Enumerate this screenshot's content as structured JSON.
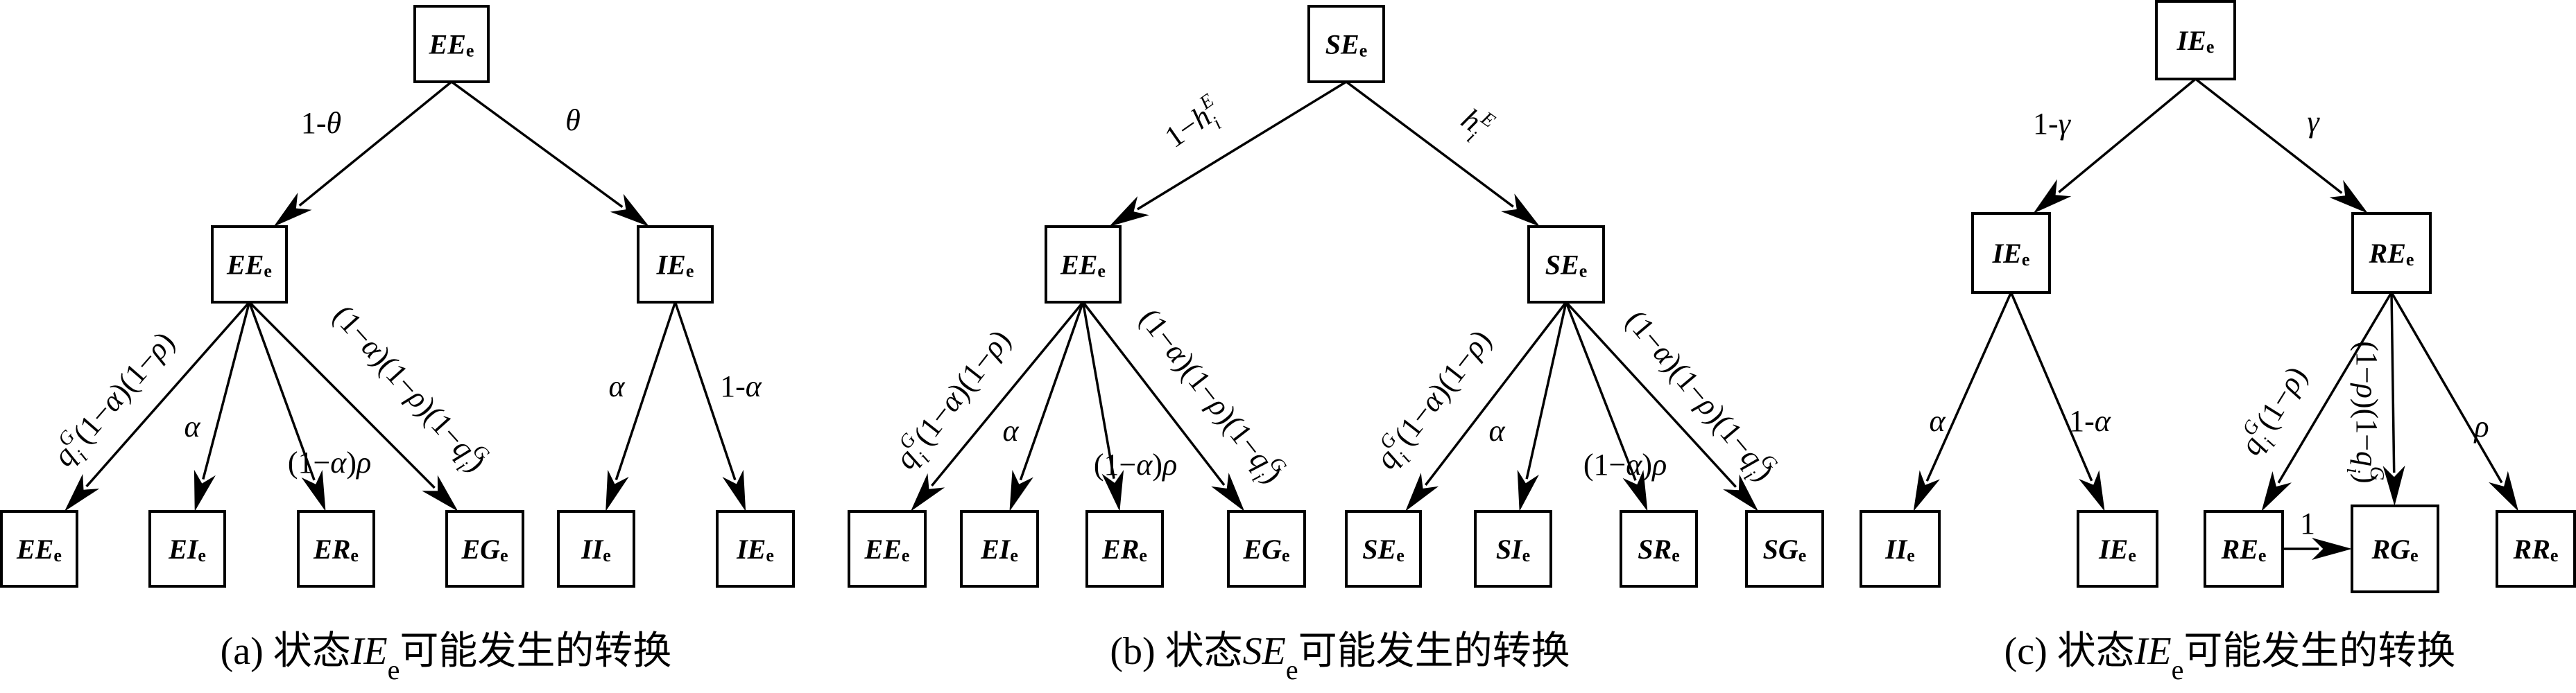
{
  "figure": {
    "panels": [
      {
        "id": "a",
        "caption": {
          "prefix": "(a) 状态",
          "state": "IE",
          "state_sub": "e",
          "suffix": "可能发生的转换"
        },
        "nodes": [
          {
            "id": "a-root",
            "main": "EE",
            "sub": "e",
            "level": 0
          },
          {
            "id": "a-m1",
            "main": "EE",
            "sub": "e",
            "level": 1
          },
          {
            "id": "a-m2",
            "main": "IE",
            "sub": "e",
            "level": 1
          },
          {
            "id": "a-b1",
            "main": "EE",
            "sub": "e",
            "level": 2
          },
          {
            "id": "a-b2",
            "main": "EI",
            "sub": "e",
            "level": 2
          },
          {
            "id": "a-b3",
            "main": "ER",
            "sub": "e",
            "level": 2
          },
          {
            "id": "a-b4",
            "main": "EG",
            "sub": "e",
            "level": 2
          },
          {
            "id": "a-b5",
            "main": "II",
            "sub": "e",
            "level": 2
          },
          {
            "id": "a-b6",
            "main": "IE",
            "sub": "e",
            "level": 2
          }
        ],
        "edges": [
          {
            "from": "a-root",
            "to": "a-m1",
            "label": "1-θ"
          },
          {
            "from": "a-root",
            "to": "a-m2",
            "label": "θ"
          },
          {
            "from": "a-m1",
            "to": "a-b1",
            "label": "q_i^G (1−α)(1−ρ)"
          },
          {
            "from": "a-m1",
            "to": "a-b2",
            "label": "α"
          },
          {
            "from": "a-m1",
            "to": "a-b3",
            "label": "(1−α)ρ"
          },
          {
            "from": "a-m1",
            "to": "a-b4",
            "label": "(1−α)(1−ρ)(1−q_i^G)"
          },
          {
            "from": "a-m2",
            "to": "a-b5",
            "label": "α"
          },
          {
            "from": "a-m2",
            "to": "a-b6",
            "label": "1-α"
          }
        ]
      },
      {
        "id": "b",
        "caption": {
          "prefix": "(b) 状态",
          "state": "SE",
          "state_sub": "e",
          "suffix": "可能发生的转换"
        },
        "nodes": [
          {
            "id": "b-root",
            "main": "SE",
            "sub": "e",
            "level": 0
          },
          {
            "id": "b-m1",
            "main": "EE",
            "sub": "e",
            "level": 1
          },
          {
            "id": "b-m2",
            "main": "SE",
            "sub": "e",
            "level": 1
          },
          {
            "id": "b-b1",
            "main": "EE",
            "sub": "e",
            "level": 2
          },
          {
            "id": "b-b2",
            "main": "EI",
            "sub": "e",
            "level": 2
          },
          {
            "id": "b-b3",
            "main": "ER",
            "sub": "e",
            "level": 2
          },
          {
            "id": "b-b4",
            "main": "EG",
            "sub": "e",
            "level": 2
          },
          {
            "id": "b-b5",
            "main": "SE",
            "sub": "e",
            "level": 2
          },
          {
            "id": "b-b6",
            "main": "SI",
            "sub": "e",
            "level": 2
          },
          {
            "id": "b-b7",
            "main": "SR",
            "sub": "e",
            "level": 2
          },
          {
            "id": "b-b8",
            "main": "SG",
            "sub": "e",
            "level": 2
          }
        ],
        "edges": [
          {
            "from": "b-root",
            "to": "b-m1",
            "label": "1−h_i^E"
          },
          {
            "from": "b-root",
            "to": "b-m2",
            "label": "h_i^E"
          },
          {
            "from": "b-m1",
            "to": "b-b1",
            "label": "q_i^G (1−α)(1−ρ)"
          },
          {
            "from": "b-m1",
            "to": "b-b2",
            "label": "α"
          },
          {
            "from": "b-m1",
            "to": "b-b3",
            "label": "(1−α)ρ"
          },
          {
            "from": "b-m1",
            "to": "b-b4",
            "label": "(1−α)(1−ρ)(1−q_i^G)"
          },
          {
            "from": "b-m2",
            "to": "b-b5",
            "label": "q_i^G (1−α)(1−ρ)"
          },
          {
            "from": "b-m2",
            "to": "b-b6",
            "label": "α"
          },
          {
            "from": "b-m2",
            "to": "b-b7",
            "label": "(1−α)ρ"
          },
          {
            "from": "b-m2",
            "to": "b-b8",
            "label": "(1−α)(1−ρ)(1−q_i^G)"
          }
        ]
      },
      {
        "id": "c",
        "caption": {
          "prefix": "(c) 状态",
          "state": "IE",
          "state_sub": "e",
          "suffix": "可能发生的转换"
        },
        "nodes": [
          {
            "id": "c-root",
            "main": "IE",
            "sub": "e",
            "level": 0
          },
          {
            "id": "c-m1",
            "main": "IE",
            "sub": "e",
            "level": 1
          },
          {
            "id": "c-m2",
            "main": "RE",
            "sub": "e",
            "level": 1
          },
          {
            "id": "c-b1",
            "main": "II",
            "sub": "e",
            "level": 2
          },
          {
            "id": "c-b2",
            "main": "IE",
            "sub": "e",
            "level": 2
          },
          {
            "id": "c-b3",
            "main": "RE",
            "sub": "e",
            "level": 2
          },
          {
            "id": "c-b4",
            "main": "RG",
            "sub": "e",
            "level": 2
          },
          {
            "id": "c-b5",
            "main": "RR",
            "sub": "e",
            "level": 2
          }
        ],
        "edges": [
          {
            "from": "c-root",
            "to": "c-m1",
            "label": "1-γ"
          },
          {
            "from": "c-root",
            "to": "c-m2",
            "label": "γ"
          },
          {
            "from": "c-m1",
            "to": "c-b1",
            "label": "α"
          },
          {
            "from": "c-m1",
            "to": "c-b2",
            "label": "1-α"
          },
          {
            "from": "c-m2",
            "to": "c-b3",
            "label": "q_i^G (1−ρ)"
          },
          {
            "from": "c-m2",
            "to": "c-b4",
            "label": "(1−ρ)(1−q_i^G)"
          },
          {
            "from": "c-m2",
            "to": "c-b5",
            "label": "ρ"
          },
          {
            "from": "c-b3",
            "to": "c-b4",
            "label": "1"
          }
        ]
      }
    ]
  }
}
